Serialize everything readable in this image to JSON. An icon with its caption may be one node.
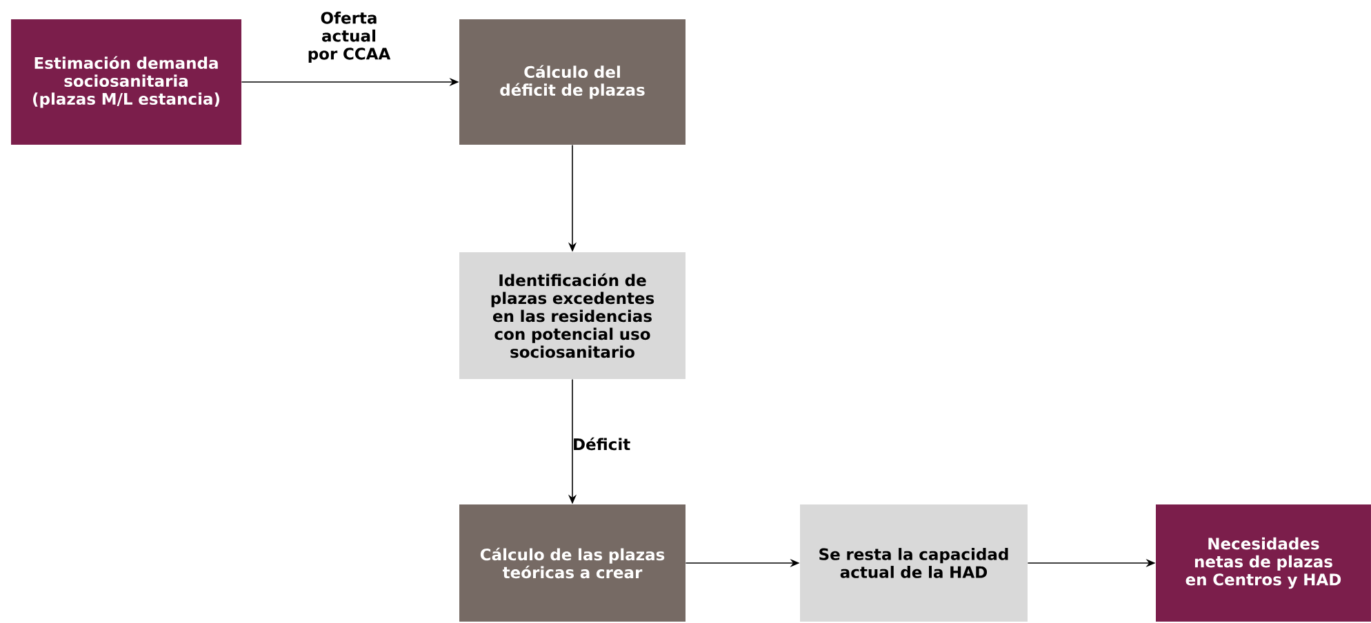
{
  "diagram": {
    "nodes": [
      {
        "text": [
          "Estimación demanda sociosanitaria (plazas M/L estancia)"
        ]
      },
      {
        "text": [
          "Cálculo del déficit de plazas"
        ]
      },
      {
        "text": [
          "Identificación de plazas excedentes en las residencias con potencial uso sociosanitario"
        ]
      },
      {
        "text": [
          "Cálculo de las plazas teóricas a crear"
        ]
      },
      {
        "text": [
          "Se resta la capacidad actual de la HAD"
        ]
      },
      {
        "text": [
          "Necesidades netas de plazas en Centros y HAD"
        ]
      }
    ],
    "edges": [
      {
        "from": 0,
        "to": 1,
        "arrow": "to",
        "label": "Oferta actual por CCAA"
      },
      {
        "from": 1,
        "to": 2,
        "arrow": "to"
      },
      {
        "from": 2,
        "to": 3,
        "arrow": "to",
        "label": "Déficit"
      },
      {
        "from": 3,
        "to": 4,
        "arrow": "to"
      },
      {
        "from": 4,
        "to": 5,
        "arrow": "to"
      }
    ]
  }
}
